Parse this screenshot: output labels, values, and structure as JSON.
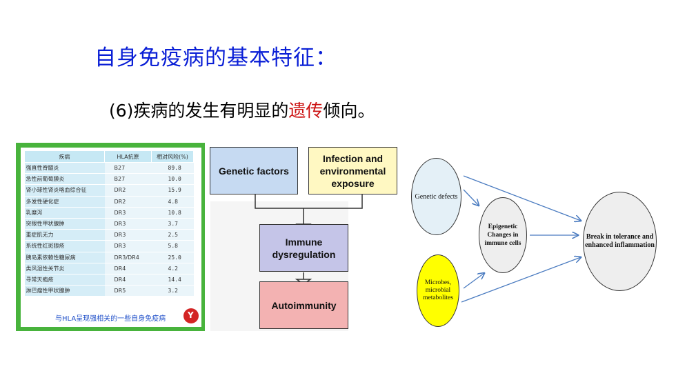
{
  "slide": {
    "title": "自身免疫病的基本特征：",
    "subtitle_prefix": "(6)疾病的发生有明显的",
    "subtitle_highlight": "遗传",
    "subtitle_suffix": "倾向。"
  },
  "hla_table": {
    "headers": [
      "疾病",
      "HLA抗原",
      "相对风险(%)"
    ],
    "rows": [
      [
        "强直性脊髓炎",
        "B27",
        "89.8"
      ],
      [
        "急性前葡萄膜炎",
        "B27",
        "10.0"
      ],
      [
        "肾小球性肾炎咯血综合征",
        "DR2",
        "15.9"
      ],
      [
        "多发性硬化症",
        "DR2",
        "4.8"
      ],
      [
        "乳糜泻",
        "DR3",
        "10.8"
      ],
      [
        "突眼性甲状腺肿",
        "DR3",
        "3.7"
      ],
      [
        "重症肌无力",
        "DR3",
        "2.5"
      ],
      [
        "系统性红斑狼疮",
        "DR3",
        "5.8"
      ],
      [
        "胰岛素依赖性糖尿病",
        "DR3/DR4",
        "25.0"
      ],
      [
        "类风湿性关节炎",
        "DR4",
        "4.2"
      ],
      [
        "寻常天疱疮",
        "DR4",
        "14.4"
      ],
      [
        "淋巴瘤性甲状腺肿",
        "DR5",
        "3.2"
      ]
    ],
    "caption": "与HLA呈现强相关的一些自身免疫病",
    "frame_color": "#48b33c",
    "header_color": "#c6e8f4"
  },
  "diagram1": {
    "genetic": "Genetic factors",
    "infection": "Infection and environmental exposure",
    "immune": "Immune dysregulation",
    "autoimmunity": "Autoimmunity"
  },
  "diagram2": {
    "genetic_defects": "Genetic defects",
    "epigenetic": "Epigenetic Changes in immune cells",
    "microbes": "Microbes, microbial metabolites",
    "break": "Break in tolerance and enhanced inflammation",
    "arrow_color": "#4a7bc0"
  }
}
